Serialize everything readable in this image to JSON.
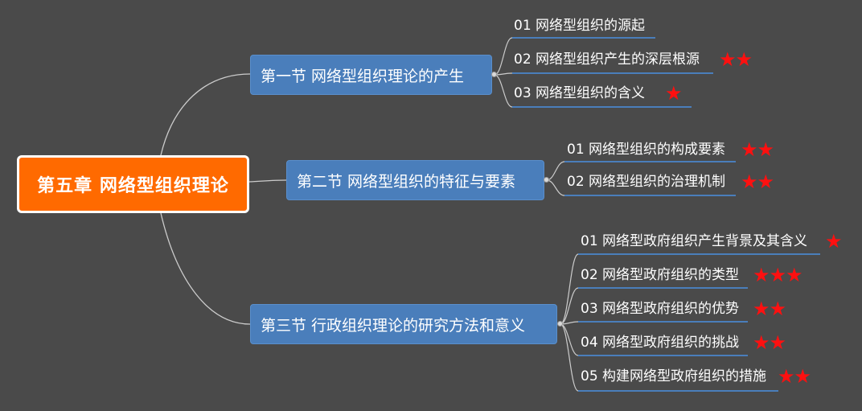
{
  "root": {
    "label": "第五章 网络型组织理论"
  },
  "sections": [
    {
      "label": "第一节 网络型组织理论的产生",
      "items": [
        {
          "label": "01 网络型组织的源起",
          "stars": 0
        },
        {
          "label": "02 网络型组织产生的深层根源",
          "stars": 2
        },
        {
          "label": "03 网络型组织的含义",
          "stars": 1
        }
      ]
    },
    {
      "label": "第二节 网络型组织的特征与要素",
      "items": [
        {
          "label": "01 网络型组织的构成要素",
          "stars": 2
        },
        {
          "label": "02 网络型组织的治理机制",
          "stars": 2
        }
      ]
    },
    {
      "label": "第三节 行政组织理论的研究方法和意义",
      "items": [
        {
          "label": "01 网络型政府组织产生背景及其含义",
          "stars": 1
        },
        {
          "label": "02 网络型政府组织的类型",
          "stars": 3
        },
        {
          "label": "03 网络型政府组织的优势",
          "stars": 2
        },
        {
          "label": "04 网络型政府组织的挑战",
          "stars": 2
        },
        {
          "label": "05 构建网络型政府组织的措施",
          "stars": 2
        }
      ]
    }
  ],
  "colors": {
    "background": "#4a4a4a",
    "root_fill": "#ff6a00",
    "section_fill": "#4a7ebb",
    "underline": "#4a7ebb",
    "star": "#ff1010",
    "connector": "#cccccc"
  }
}
